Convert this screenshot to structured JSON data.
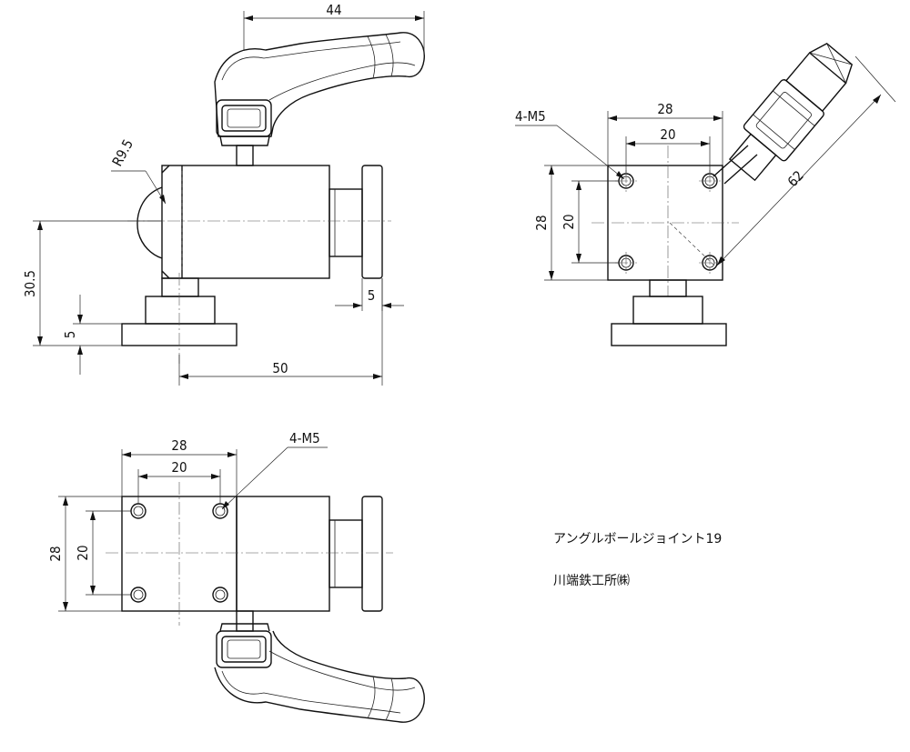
{
  "title_block": {
    "part_name": "アングルボールジョイント19",
    "maker": "川端鉄工所㈱"
  },
  "front_view": {
    "dims": {
      "lever_width": "44",
      "ball_radius": "R9.5",
      "height": "30.5",
      "base_thickness": "5",
      "flange_thickness": "5",
      "length": "50"
    }
  },
  "side_view": {
    "dims": {
      "hole_callout": "4-M5",
      "outer_width": "28",
      "hole_pitch_x": "20",
      "outer_height": "28",
      "hole_pitch_y": "20",
      "lever_length": "62"
    }
  },
  "top_view": {
    "dims": {
      "hole_callout": "4-M5",
      "outer_width": "28",
      "hole_pitch_x": "20",
      "outer_height": "28",
      "hole_pitch_y": "20"
    }
  }
}
